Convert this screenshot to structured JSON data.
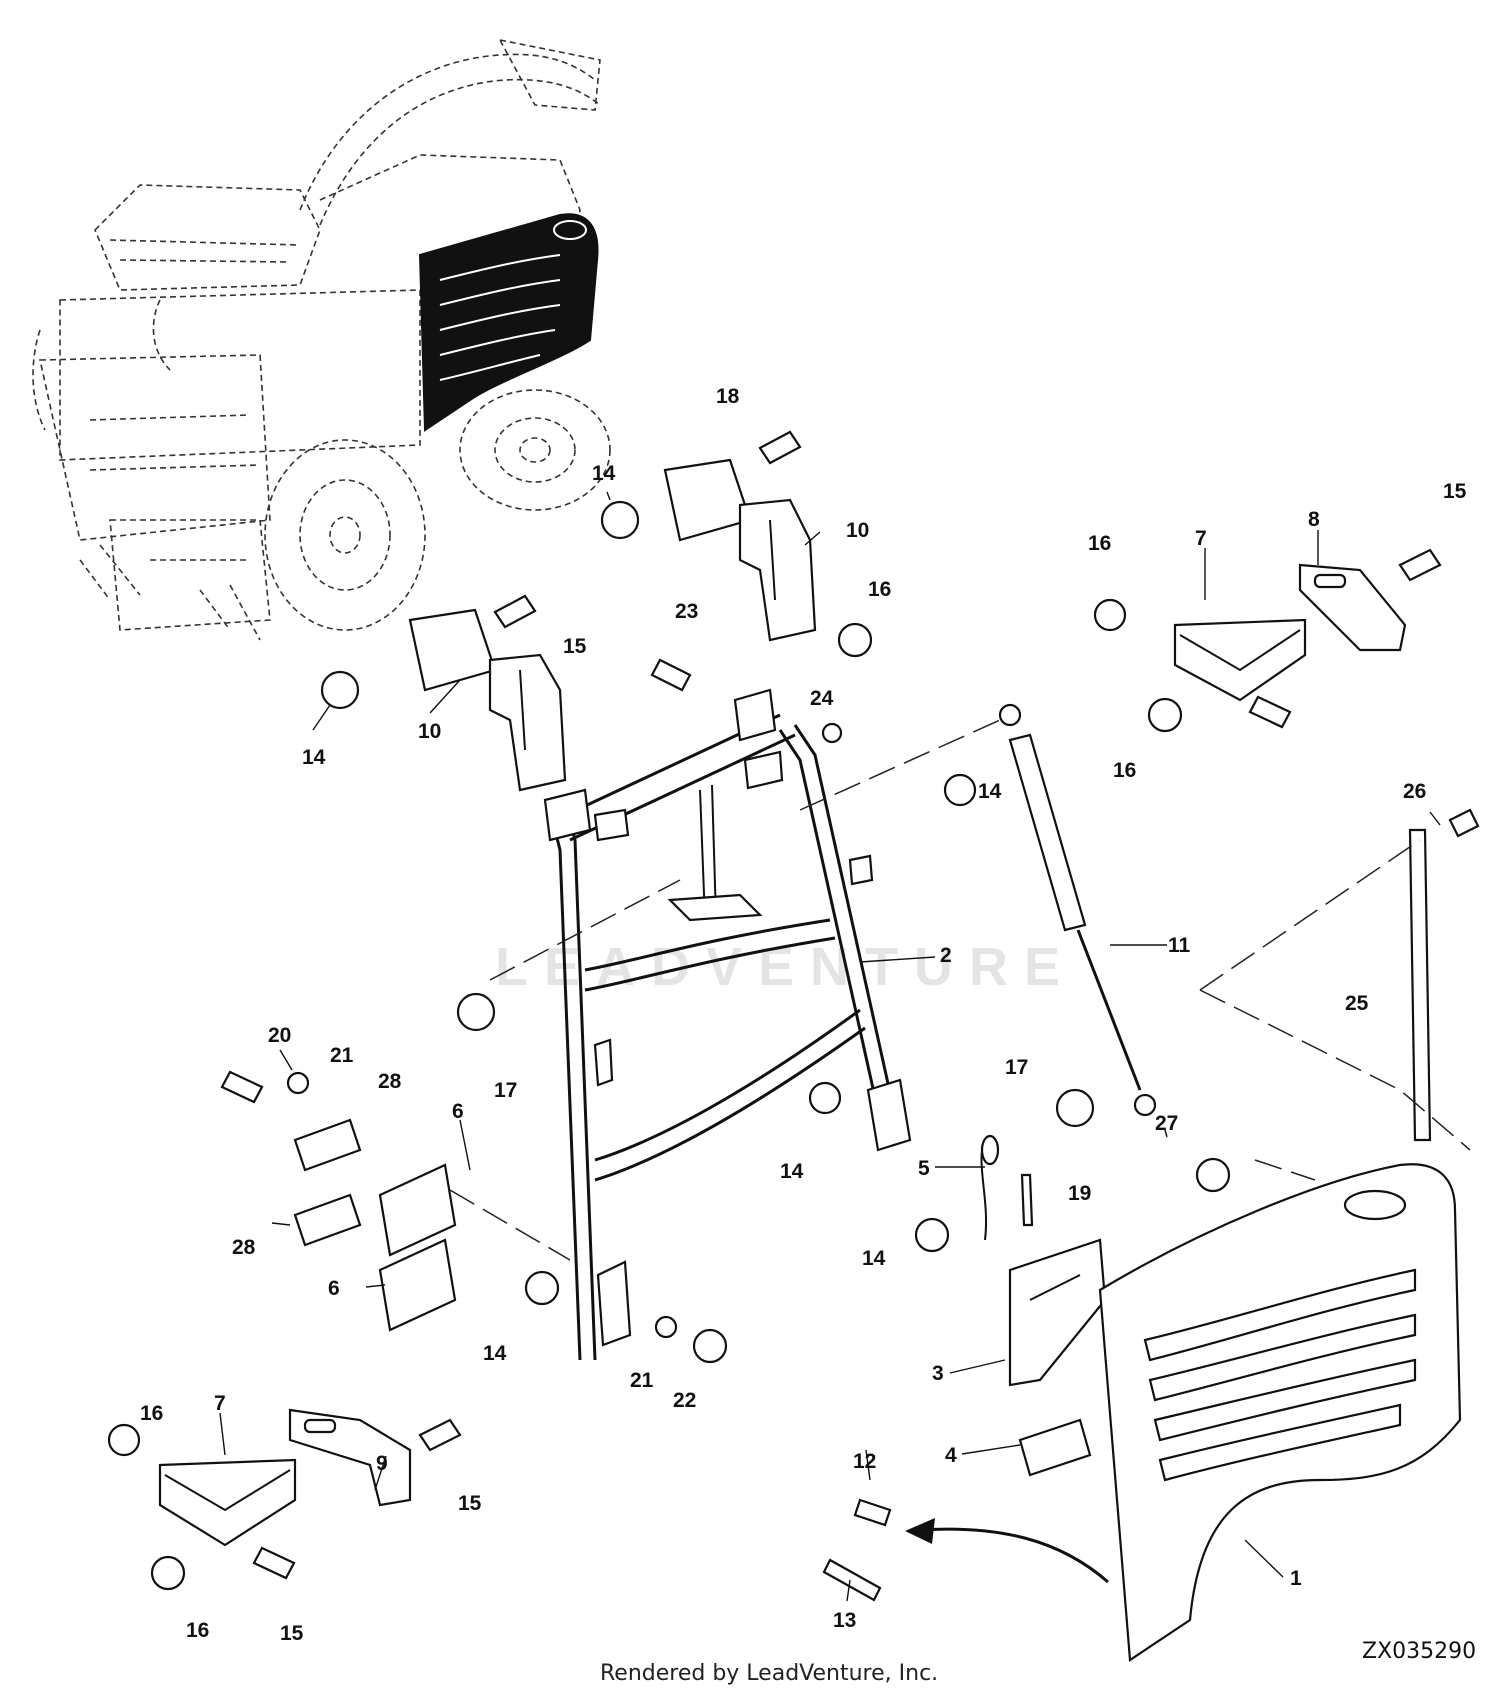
{
  "diagram": {
    "watermark": "LEADVENTURE",
    "credit": "Rendered by LeadVenture, Inc.",
    "figure_code": "ZX035290",
    "callouts": [
      {
        "id": "c1",
        "label": "1"
      },
      {
        "id": "c2",
        "label": "2"
      },
      {
        "id": "c3",
        "label": "3"
      },
      {
        "id": "c4",
        "label": "4"
      },
      {
        "id": "c5",
        "label": "5"
      },
      {
        "id": "c6a",
        "label": "6"
      },
      {
        "id": "c6b",
        "label": "6"
      },
      {
        "id": "c7a",
        "label": "7"
      },
      {
        "id": "c7b",
        "label": "7"
      },
      {
        "id": "c8",
        "label": "8"
      },
      {
        "id": "c9",
        "label": "9"
      },
      {
        "id": "c10a",
        "label": "10"
      },
      {
        "id": "c10b",
        "label": "10"
      },
      {
        "id": "c11",
        "label": "11"
      },
      {
        "id": "c12",
        "label": "12"
      },
      {
        "id": "c13",
        "label": "13"
      },
      {
        "id": "c14a",
        "label": "14"
      },
      {
        "id": "c14b",
        "label": "14"
      },
      {
        "id": "c14c",
        "label": "14"
      },
      {
        "id": "c14d",
        "label": "14"
      },
      {
        "id": "c14e",
        "label": "14"
      },
      {
        "id": "c14f",
        "label": "14"
      },
      {
        "id": "c15a",
        "label": "15"
      },
      {
        "id": "c15b",
        "label": "15"
      },
      {
        "id": "c15c",
        "label": "15"
      },
      {
        "id": "c15d",
        "label": "15"
      },
      {
        "id": "c16a",
        "label": "16"
      },
      {
        "id": "c16b",
        "label": "16"
      },
      {
        "id": "c16c",
        "label": "16"
      },
      {
        "id": "c16d",
        "label": "16"
      },
      {
        "id": "c16e",
        "label": "16"
      },
      {
        "id": "c17a",
        "label": "17"
      },
      {
        "id": "c17b",
        "label": "17"
      },
      {
        "id": "c18",
        "label": "18"
      },
      {
        "id": "c19",
        "label": "19"
      },
      {
        "id": "c20",
        "label": "20"
      },
      {
        "id": "c21a",
        "label": "21"
      },
      {
        "id": "c21b",
        "label": "21"
      },
      {
        "id": "c22",
        "label": "22"
      },
      {
        "id": "c23",
        "label": "23"
      },
      {
        "id": "c24",
        "label": "24"
      },
      {
        "id": "c25",
        "label": "25"
      },
      {
        "id": "c26",
        "label": "26"
      },
      {
        "id": "c27",
        "label": "27"
      },
      {
        "id": "c28a",
        "label": "28"
      },
      {
        "id": "c28b",
        "label": "28"
      }
    ]
  }
}
